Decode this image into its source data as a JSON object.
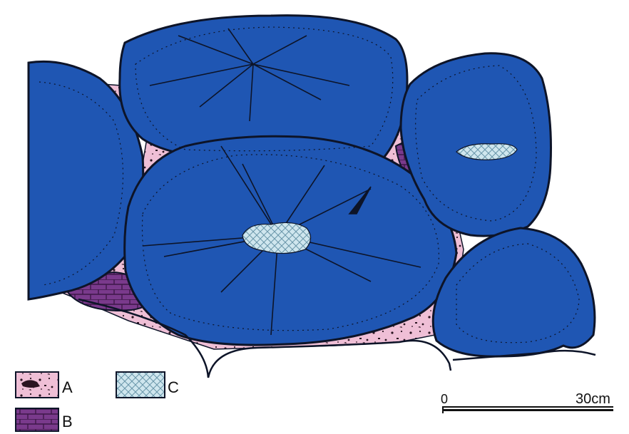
{
  "colors": {
    "pillow": "#1f56b3",
    "pillow_outline": "#0d1428",
    "matrix_pink": "#efbfd6",
    "matrix_dark": "#2a1420",
    "purple_fill": "#7a3a8c",
    "purple_hatch": "#3d1848",
    "cyan_fill": "#cfe6ee",
    "cyan_hatch": "#6a96aa"
  },
  "legend": {
    "a": {
      "swatch": "pink-speckled",
      "label": "A"
    },
    "b": {
      "swatch": "purple-brick",
      "label": "B"
    },
    "c": {
      "swatch": "cyan-crosshatch",
      "label": "C"
    }
  },
  "scale_bar": {
    "start_label": "0",
    "end_label": "30cm"
  }
}
